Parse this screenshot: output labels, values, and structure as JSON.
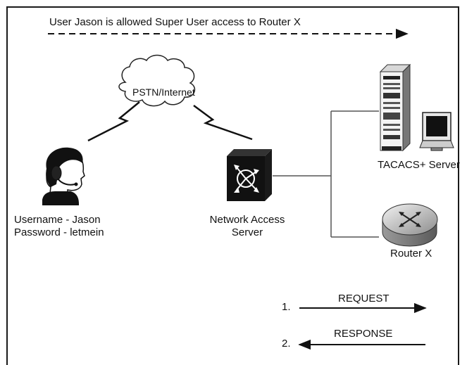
{
  "banner": {
    "text": "User Jason is allowed Super User access to Router X"
  },
  "cloud": {
    "label": "PSTN/Internet"
  },
  "user": {
    "username_line": "Username - Jason",
    "password_line": "Password - letmein"
  },
  "nas": {
    "line1": "Network Access",
    "line2": "Server"
  },
  "tacacs": {
    "label": "TACACS+ Server"
  },
  "router": {
    "label": "Router X"
  },
  "legend": {
    "items": [
      {
        "number": "1.",
        "label": "REQUEST",
        "direction": "right"
      },
      {
        "number": "2.",
        "label": "RESPONSE",
        "direction": "left"
      }
    ]
  }
}
